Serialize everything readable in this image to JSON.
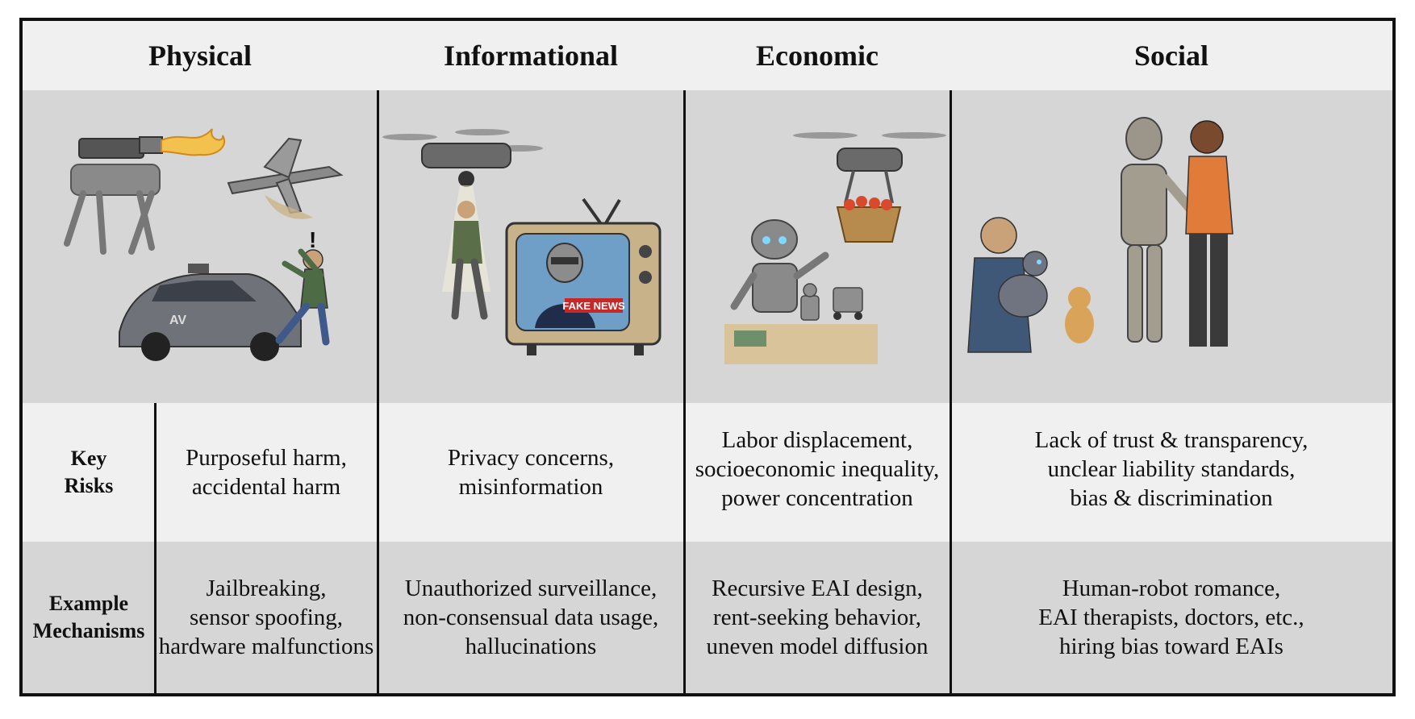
{
  "columns": {
    "physical": "Physical",
    "informational": "Informational",
    "economic": "Economic",
    "social": "Social"
  },
  "row_labels": {
    "key_risks": [
      "Key",
      "Risks"
    ],
    "example_mechanisms": [
      "Example",
      "Mechanisms"
    ]
  },
  "key_risks": {
    "physical": [
      "Purposeful harm,",
      "accidental harm"
    ],
    "informational": [
      "Privacy concerns,",
      "misinformation"
    ],
    "economic": [
      "Labor displacement,",
      "socioeconomic inequality,",
      "power concentration"
    ],
    "social": [
      "Lack of trust & transparency,",
      "unclear liability standards,",
      "bias & discrimination"
    ]
  },
  "example_mechanisms": {
    "physical": [
      "Jailbreaking,",
      "sensor spoofing,",
      "hardware malfunctions"
    ],
    "informational": [
      "Unauthorized surveillance,",
      "non-consensual data usage,",
      "hallucinations"
    ],
    "economic": [
      "Recursive EAI design,",
      "rent-seeking behavior,",
      "uneven model diffusion"
    ],
    "social": [
      "Human-robot romance,",
      "EAI therapists, doctors, etc.,",
      "hiring bias toward EAIs"
    ]
  },
  "illustration_text": {
    "car_badge": "AV",
    "exclamation": "!",
    "tv_banner": "FAKE NEWS"
  },
  "colors": {
    "header_bg": "#f0f0f0",
    "image_bg": "#d6d6d6",
    "border": "#111111",
    "fake_news_red": "#c62828"
  }
}
